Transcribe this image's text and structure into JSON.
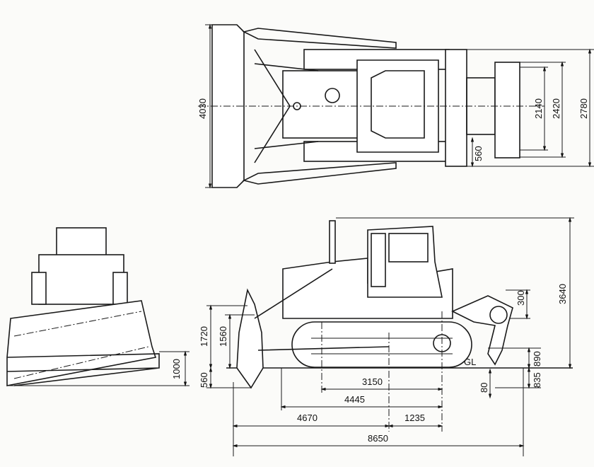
{
  "top_view": {
    "width_blade": "4030",
    "ripper_inner": "2140",
    "ripper_mid": "2420",
    "ripper_outer": "2780",
    "shank_offset": "560"
  },
  "side_view": {
    "overall_height": "3640",
    "ripper_lift": "300",
    "blade_lift": "1720",
    "blade_height": "1560",
    "blade_drop": "560",
    "ripper_raise": "890",
    "ripper_depth": "835",
    "ground_label": "GL",
    "ripper_min": "80",
    "track_length": "3150",
    "track_to_sprocket": "4445",
    "blade_to_center": "4670",
    "center_to_ripper": "1235",
    "overall_length": "8650"
  },
  "front_view": {
    "blade_tilt": "1000"
  }
}
